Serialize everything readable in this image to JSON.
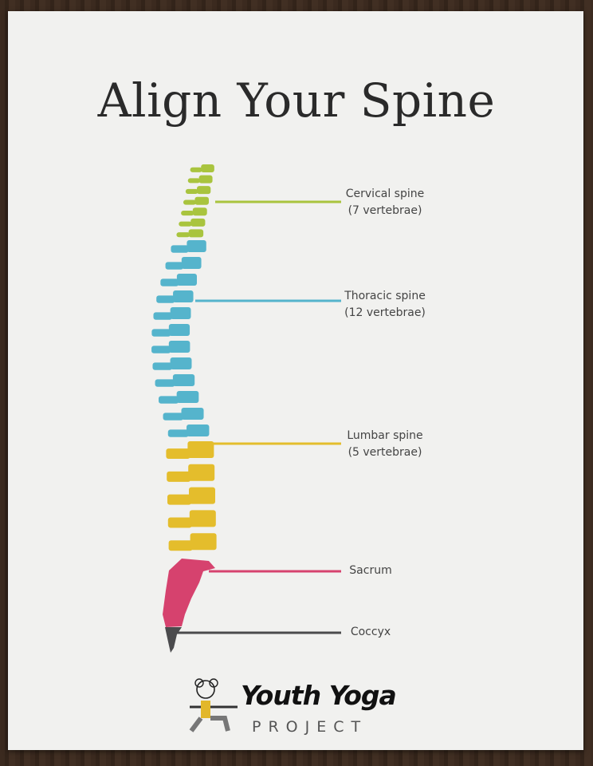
{
  "title": "Align Your Spine",
  "sections": [
    {
      "name": "Cervical spine",
      "detail": "(7 vertebrae)",
      "count": 7,
      "color": "#a9c43e"
    },
    {
      "name": "Thoracic spine",
      "detail": "(12 vertebrae)",
      "count": 12,
      "color": "#55b4cc"
    },
    {
      "name": "Lumbar spine",
      "detail": "(5 vertebrae)",
      "count": 5,
      "color": "#e4bd2c"
    },
    {
      "name": "Sacrum",
      "color": "#d6426e"
    },
    {
      "name": "Coccyx",
      "color": "#4b4b4d"
    }
  ],
  "logo": {
    "name": "Youth Yoga",
    "sub": "PROJECT",
    "accent": "#e2b72a"
  }
}
